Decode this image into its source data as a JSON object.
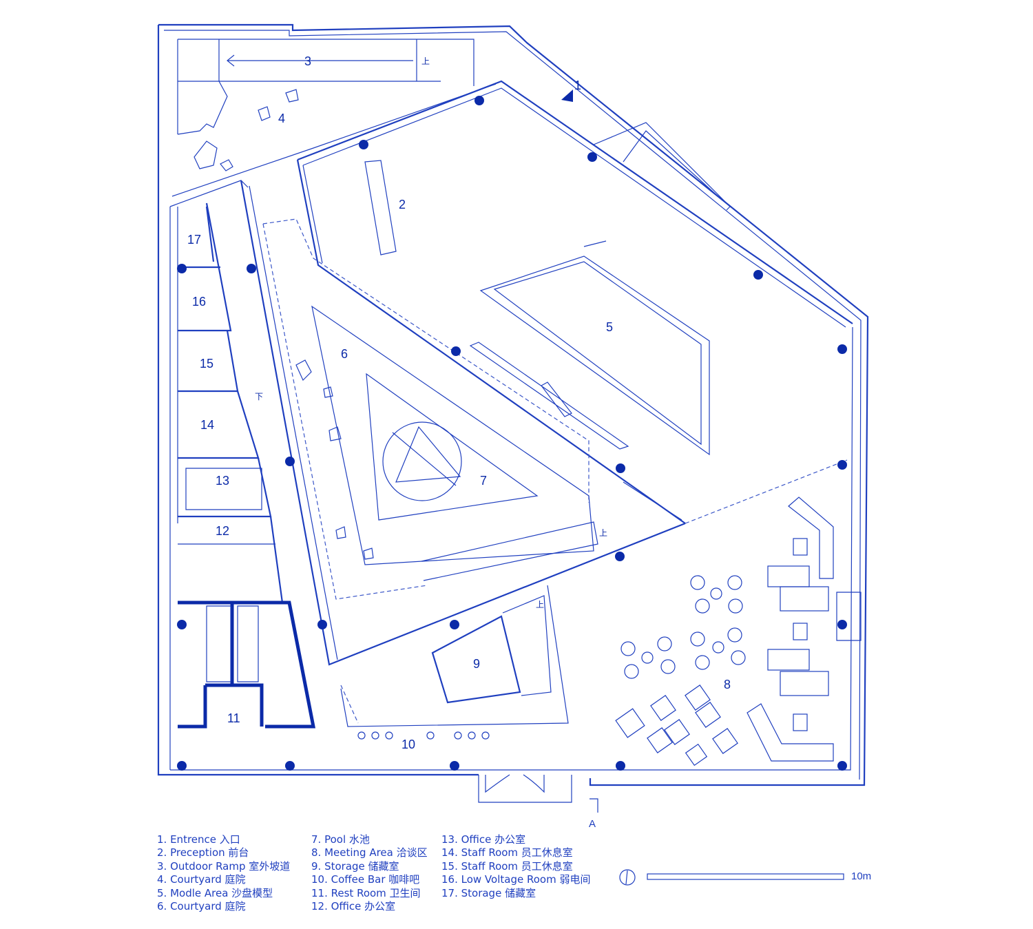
{
  "diagram": {
    "room_numbers": [
      "1",
      "2",
      "3",
      "4",
      "5",
      "6",
      "7",
      "8",
      "9",
      "10",
      "11",
      "12",
      "13",
      "14",
      "15",
      "16",
      "17"
    ],
    "stair_up_label": "上",
    "stair_down_label": "下",
    "section_marker": "A",
    "scale_label": "10m"
  },
  "legend": {
    "col1": [
      "1. Entrence  入口",
      "2. Preception  前台",
      "3. Outdoor Ramp  室外坡道",
      "4. Courtyard  庭院",
      "5. Modle Area  沙盘模型",
      "6. Courtyard  庭院"
    ],
    "col2": [
      "7. Pool  水池",
      "8. Meeting Area  洽谈区",
      "9. Storage  储藏室",
      "10. Coffee Bar  咖啡吧",
      "11. Rest Room  卫生间",
      "12. Office  办公室"
    ],
    "col3": [
      "13. Office  办公室",
      "14. Staff Room  员工休息室",
      "15. Staff Room  员工休息室",
      "16. Low Voltage Room  弱电间",
      "17. Storage  储藏室"
    ]
  },
  "colors": {
    "line": "#1f3fbf",
    "accent": "#0b2aa8",
    "background": "#ffffff"
  },
  "icons": [
    "north-arrow-icon",
    "entrance-arrow-icon",
    "column-icon",
    "door-swing-icon"
  ]
}
